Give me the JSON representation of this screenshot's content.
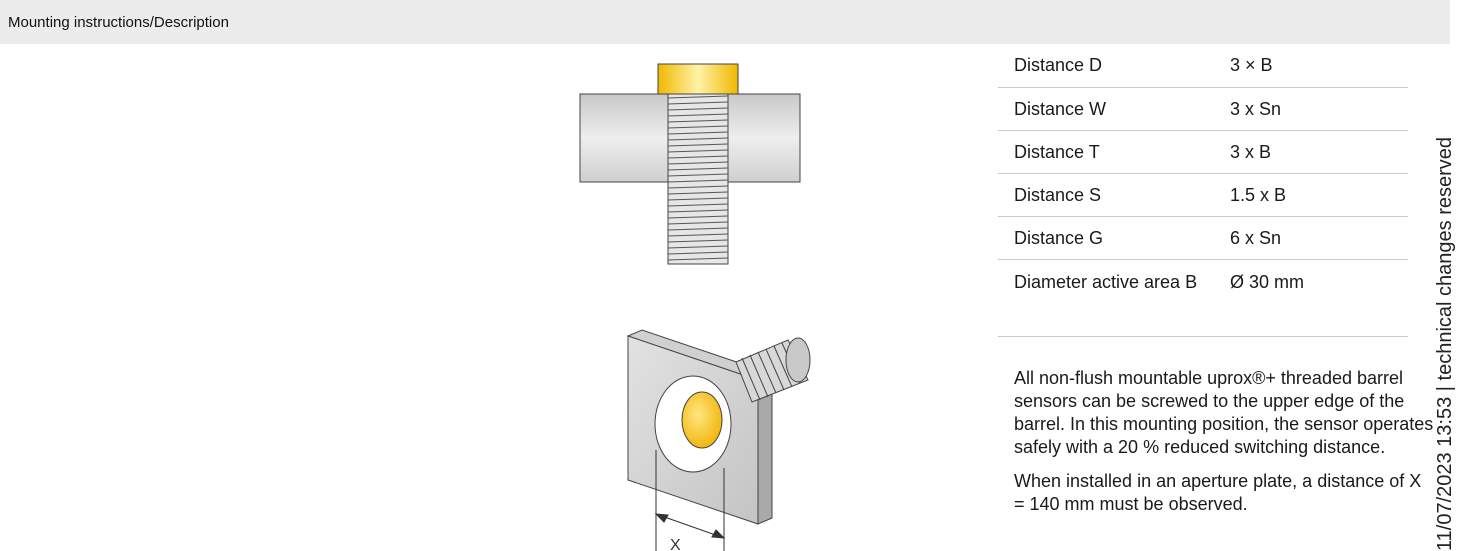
{
  "header": {
    "title": "Mounting instructions/Description"
  },
  "diagram": {
    "dimension_label": "X"
  },
  "spec_table": {
    "rows": [
      {
        "label": "Distance D",
        "value": "3 × B"
      },
      {
        "label": "Distance W",
        "value": "3 x Sn"
      },
      {
        "label": "Distance T",
        "value": "3 x B"
      },
      {
        "label": "Distance S",
        "value": "1.5 x B"
      },
      {
        "label": "Distance G",
        "value": "6 x Sn"
      },
      {
        "label": "Diameter active area B",
        "value": "Ø 30 mm"
      }
    ]
  },
  "description": {
    "paragraph_1": "All non-flush mountable uprox®+ threaded barrel sensors can be screwed to the upper edge of the barrel. In this mounting position, the sensor operates safely with a 20 % reduced switching distance.",
    "paragraph_2": "When installed in an aperture plate, a distance of X = 140 mm must be observed."
  },
  "side_note": "11/07/2023 13:53 | technical changes reserved",
  "colors": {
    "header_bg": "#ececec",
    "sensor_face": "#f5c400",
    "plate": "#d9d9d9"
  }
}
